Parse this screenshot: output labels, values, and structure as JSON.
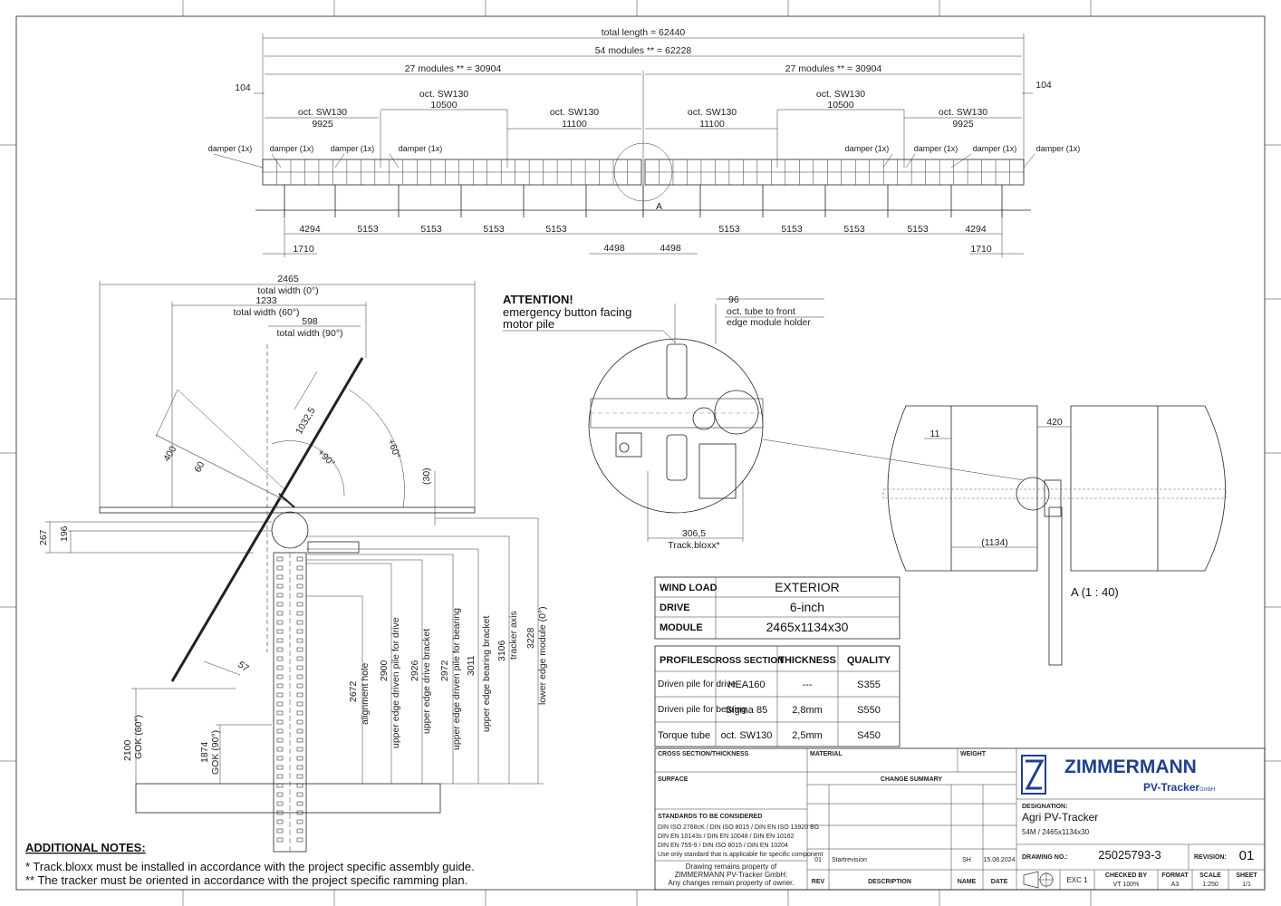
{
  "top_view": {
    "total_length": "total length = 62440",
    "modules_total": "54 modules ** = 62228",
    "half_left": "27 modules ** = 30904",
    "half_right": "27 modules ** = 30904",
    "edge_left": "104",
    "edge_right": "104",
    "tubes": [
      {
        "name": "oct. SW130",
        "len": "9925"
      },
      {
        "name": "oct. SW130",
        "len": "10500"
      },
      {
        "name": "oct. SW130",
        "len": "11100"
      },
      {
        "name": "oct. SW130",
        "len": "11100"
      },
      {
        "name": "oct. SW130",
        "len": "10500"
      },
      {
        "name": "oct. SW130",
        "len": "9925"
      }
    ],
    "damper": "damper (1x)",
    "section_marker": "A",
    "spacings": [
      "4294",
      "5153",
      "5153",
      "5153",
      "5153",
      "5153",
      "5153",
      "5153",
      "5153",
      "4294"
    ],
    "inner_left": "4498",
    "inner_right": "4498",
    "end_left": "1710",
    "end_right": "1710"
  },
  "side_view": {
    "w0_val": "2465",
    "w0_label": "total width (0°)",
    "w60_val": "1233",
    "w60_label": "total width (60°)",
    "w90_val": "598",
    "w90_label": "total width (90°)",
    "d1032": "1032,5",
    "d400": "400",
    "d60": "60",
    "ang90": "+90°",
    "ang60": "+60°",
    "d30": "(30)",
    "d267": "267",
    "d196": "196",
    "d57": "57",
    "gok60_val": "2100",
    "gok60_label": "GOK (60°)",
    "gok90_val": "1874",
    "gok90_label": "GOK (90°)",
    "heights": [
      {
        "val": "2672",
        "label": "alignment hole"
      },
      {
        "val": "2900",
        "label": "upper edge driven pile for drive"
      },
      {
        "val": "2926",
        "label": "upper edge drive bracket"
      },
      {
        "val": "2972",
        "label": "upper edge driven pile for bearing"
      },
      {
        "val": "3011",
        "label": "upper edge bearing bracket"
      },
      {
        "val": "3106",
        "label": "tracker axis"
      },
      {
        "val": "3228",
        "label": "lower edge module (0°)"
      }
    ]
  },
  "attention": {
    "title": "ATTENTION!",
    "line1": "emergency button facing",
    "line2": "motor pile"
  },
  "detail": {
    "d96": "96",
    "oct_line1": "oct. tube to front",
    "oct_line2": "edge module holder",
    "d306": "306,5",
    "trackbloxx": "Track.bloxx*"
  },
  "section_a": {
    "d11": "11",
    "d420": "420",
    "d1134": "(1134)",
    "label": "A (1 : 40)"
  },
  "specs": {
    "rows": [
      {
        "key": "WIND LOAD",
        "value": "EXTERIOR"
      },
      {
        "key": "DRIVE",
        "value": "6-inch"
      },
      {
        "key": "MODULE",
        "value": "2465x1134x30"
      }
    ]
  },
  "profiles": {
    "headers": [
      "PROFILES",
      "CROSS SECTION",
      "THICKNESS",
      "QUALITY"
    ],
    "rows": [
      {
        "profile": "Driven pile for drive",
        "cross": "HEA160",
        "thick": "---",
        "quality": "S355"
      },
      {
        "profile": "Driven pile for bearing",
        "cross": "Sigma 85",
        "thick": "2,8mm",
        "quality": "S550"
      },
      {
        "profile": "Torque tube",
        "cross": "oct. SW130",
        "thick": "2,5mm",
        "quality": "S450"
      }
    ]
  },
  "notes": {
    "title": "ADDITIONAL NOTES:",
    "n1": " * Track.bloxx must be installed in accordance with the project specific assembly guide.",
    "n2": "** The tracker must be oriented in accordance with the project specific ramming plan."
  },
  "title_block": {
    "cross_label": "CROSS SECTION/THICKNESS",
    "material": "MATERIAL",
    "weight": "WEIGHT",
    "surface": "SURFACE",
    "change_summary": "CHANGE SUMMARY",
    "standards_title": "STANDARDS TO BE CONSIDERED",
    "standards": [
      "DIN ISO 2768cK / DIN ISO 8015 / DIN EN ISO 13920 BG",
      "DIN EN 10143s / DIN EN 10048 / DIN EN 10162",
      "DIN EN 755-9 / DIN ISO 8015 / DIN EN 10204",
      "Use only standard that is applicable for specific component"
    ],
    "property1": "Drawing remains property of",
    "property2": "ZIMMERMANN PV-Tracker GmbH:",
    "property3": "Any changes remain property of owner.",
    "rev_no": "01",
    "rev_desc": "Startrevision",
    "rev_name": "SH",
    "rev_date": "15.08.2024",
    "col_rev": "REV",
    "col_desc": "DESCRIPTION",
    "col_name": "NAME",
    "col_date": "DATE",
    "logo_main": "ZIMMERMANN",
    "logo_sub": "PV-Tracker",
    "logo_gmbh": "GmbH",
    "designation_label": "DESIGNATION:",
    "designation": "Agri PV-Tracker",
    "designation_sub": "54M / 2465x1134x30",
    "drawing_no_label": "DRAWING NO.:",
    "drawing_no": "25025793-3",
    "revision_label": "REVISION:",
    "revision": "01",
    "exc": "EXC 1",
    "checked_label": "CHECKED BY",
    "checked": "VT 100%",
    "format_label": "FORMAT",
    "format": "A3",
    "scale_label": "SCALE",
    "scale": "1:250",
    "sheet_label": "SHEET",
    "sheet": "1/1",
    "brand_color": "#1f3f8f"
  }
}
